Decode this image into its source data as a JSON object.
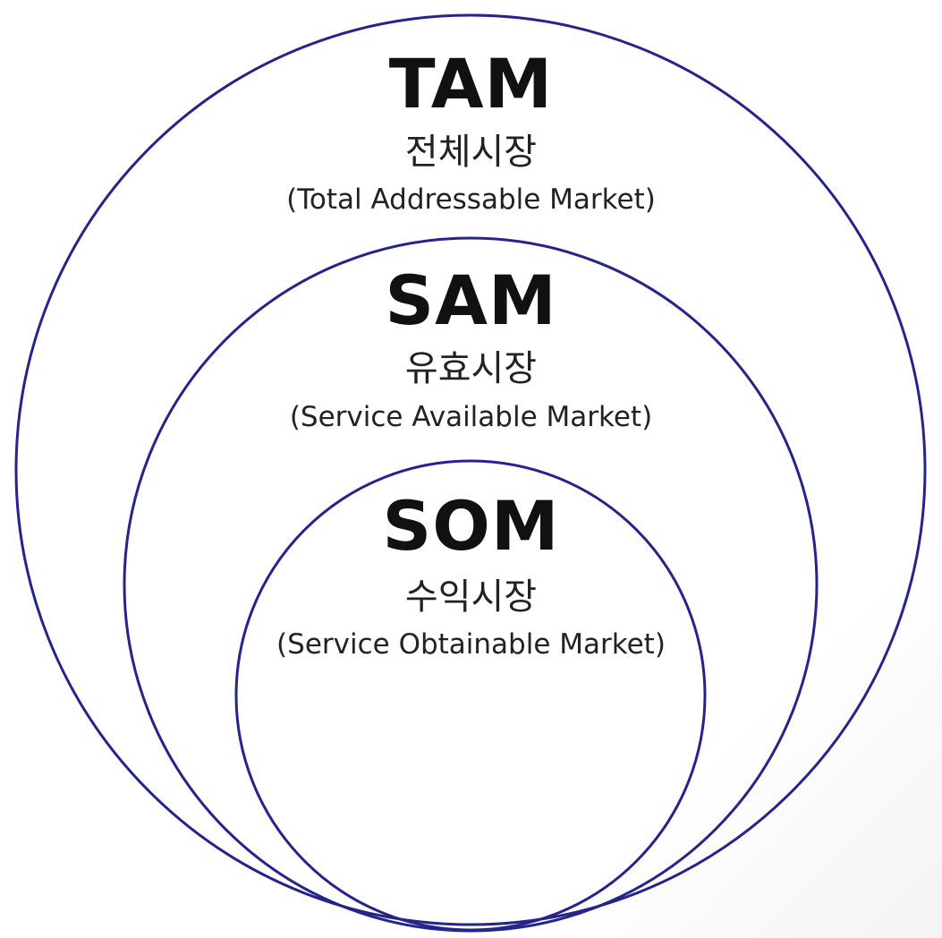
{
  "colors": {
    "circle_stroke": "#24248a",
    "text": "#111111",
    "background": "#ffffff"
  },
  "markets": [
    {
      "abbr": "TAM",
      "korean": "전체시장",
      "english": "(Total Addressable Market)"
    },
    {
      "abbr": "SAM",
      "korean": "유효시장",
      "english": "(Service Available Market)"
    },
    {
      "abbr": "SOM",
      "korean": "수익시장",
      "english": "(Service Obtainable Market)"
    }
  ]
}
